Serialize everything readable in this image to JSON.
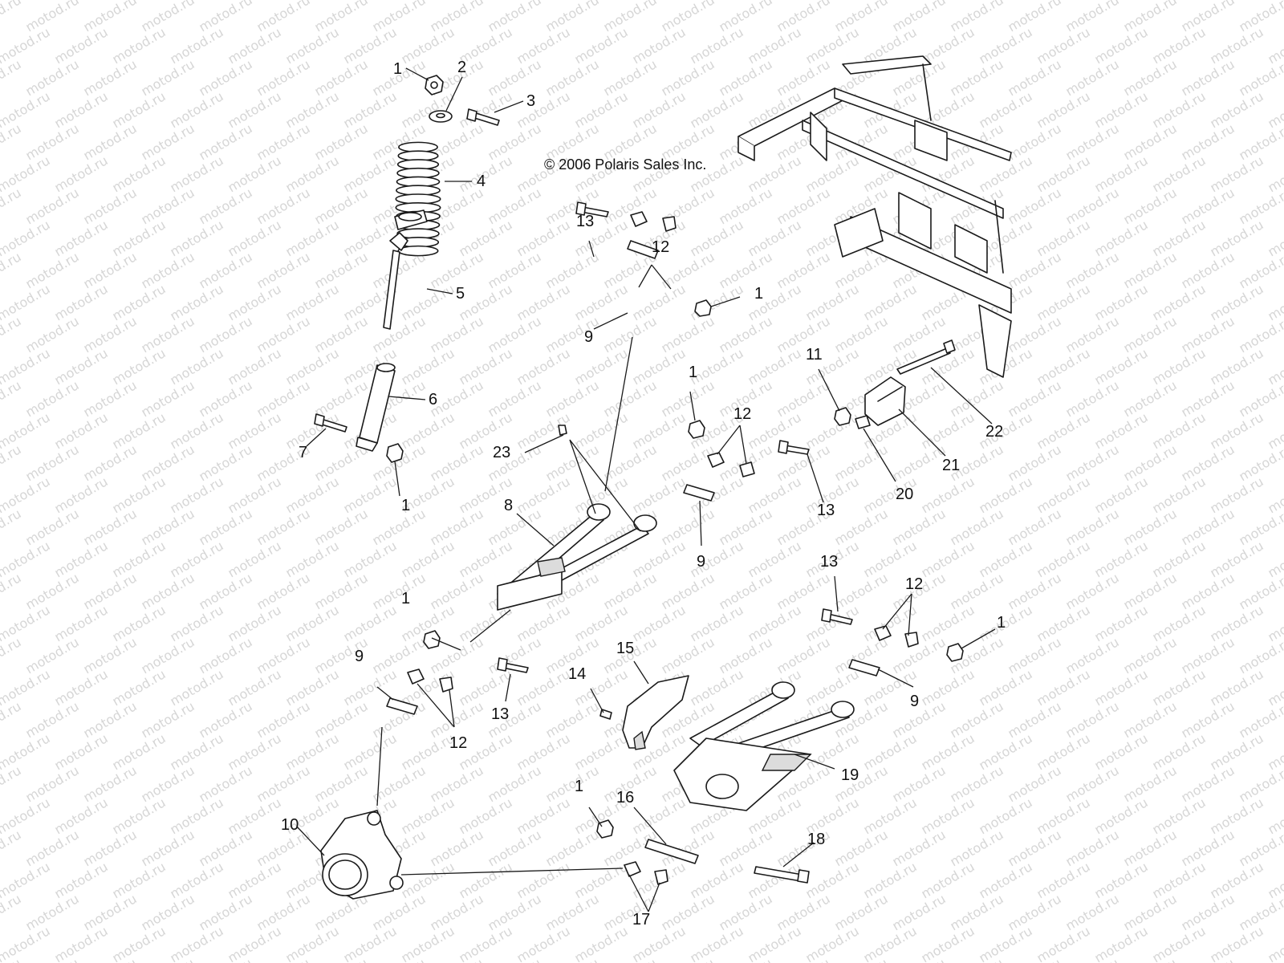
{
  "copyright": "© 2006 Polaris Sales Inc.",
  "watermark_text": "motod.ru",
  "callouts": [
    {
      "key": "c1a",
      "text": "1"
    },
    {
      "key": "c2",
      "text": "2"
    },
    {
      "key": "c3",
      "text": "3"
    },
    {
      "key": "c4",
      "text": "4"
    },
    {
      "key": "c5",
      "text": "5"
    },
    {
      "key": "c6",
      "text": "6"
    },
    {
      "key": "c7",
      "text": "7"
    },
    {
      "key": "c1b",
      "text": "1"
    },
    {
      "key": "c13a",
      "text": "13"
    },
    {
      "key": "c12a",
      "text": "12"
    },
    {
      "key": "c1c",
      "text": "1"
    },
    {
      "key": "c9a",
      "text": "9"
    },
    {
      "key": "c23",
      "text": "23"
    },
    {
      "key": "c8",
      "text": "8"
    },
    {
      "key": "c1d",
      "text": "1"
    },
    {
      "key": "c12b",
      "text": "12"
    },
    {
      "key": "c13b",
      "text": "13"
    },
    {
      "key": "c9b",
      "text": "9"
    },
    {
      "key": "c11",
      "text": "11"
    },
    {
      "key": "c22",
      "text": "22"
    },
    {
      "key": "c21",
      "text": "21"
    },
    {
      "key": "c20",
      "text": "20"
    },
    {
      "key": "c13c",
      "text": "13"
    },
    {
      "key": "c12c",
      "text": "12"
    },
    {
      "key": "c1e",
      "text": "1"
    },
    {
      "key": "c9c",
      "text": "9"
    },
    {
      "key": "c1f",
      "text": "1"
    },
    {
      "key": "c9d",
      "text": "9"
    },
    {
      "key": "c12d",
      "text": "12"
    },
    {
      "key": "c13d",
      "text": "13"
    },
    {
      "key": "c14",
      "text": "14"
    },
    {
      "key": "c15",
      "text": "15"
    },
    {
      "key": "c19",
      "text": "19"
    },
    {
      "key": "c10",
      "text": "10"
    },
    {
      "key": "c1g",
      "text": "1"
    },
    {
      "key": "c16",
      "text": "16"
    },
    {
      "key": "c18",
      "text": "18"
    },
    {
      "key": "c17",
      "text": "17"
    }
  ]
}
